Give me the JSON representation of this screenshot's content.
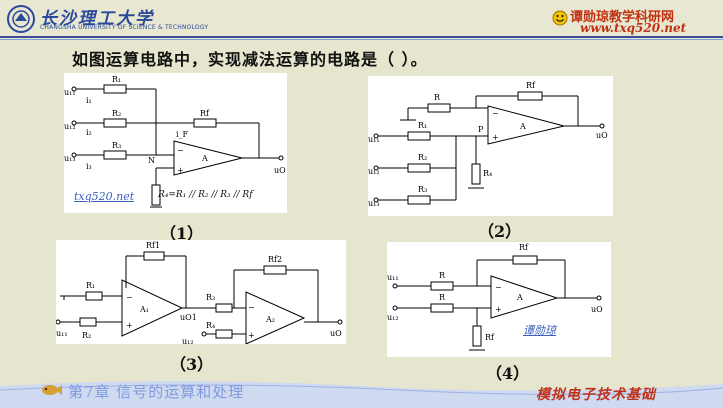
{
  "header": {
    "university_name": "长沙理工大学",
    "university_subtitle": "CHANGSHA UNIVERSITY OF SCIENCE & TECHNOLOGY",
    "brand_line1": "谭勋琼教学科研网",
    "brand_line2": "www.txq520.net"
  },
  "question": "如图运算电路中，实现减法运算的电路是（    ）。",
  "figures": [
    {
      "caption": "（1）",
      "watermark": "txq520.net",
      "formula": "R₄=R₁ // R₂ // R₃ // Rf"
    },
    {
      "caption": "（2）"
    },
    {
      "caption": "（3）"
    },
    {
      "caption": "（4）",
      "watermark": "谭勋琼"
    }
  ],
  "footer": {
    "chapter": "第7章   信号的运算和处理",
    "course": "模拟电子技术基础"
  },
  "colors": {
    "accent": "#3b4b9a",
    "brand": "#c03010",
    "chapter": "#7e9be0"
  }
}
